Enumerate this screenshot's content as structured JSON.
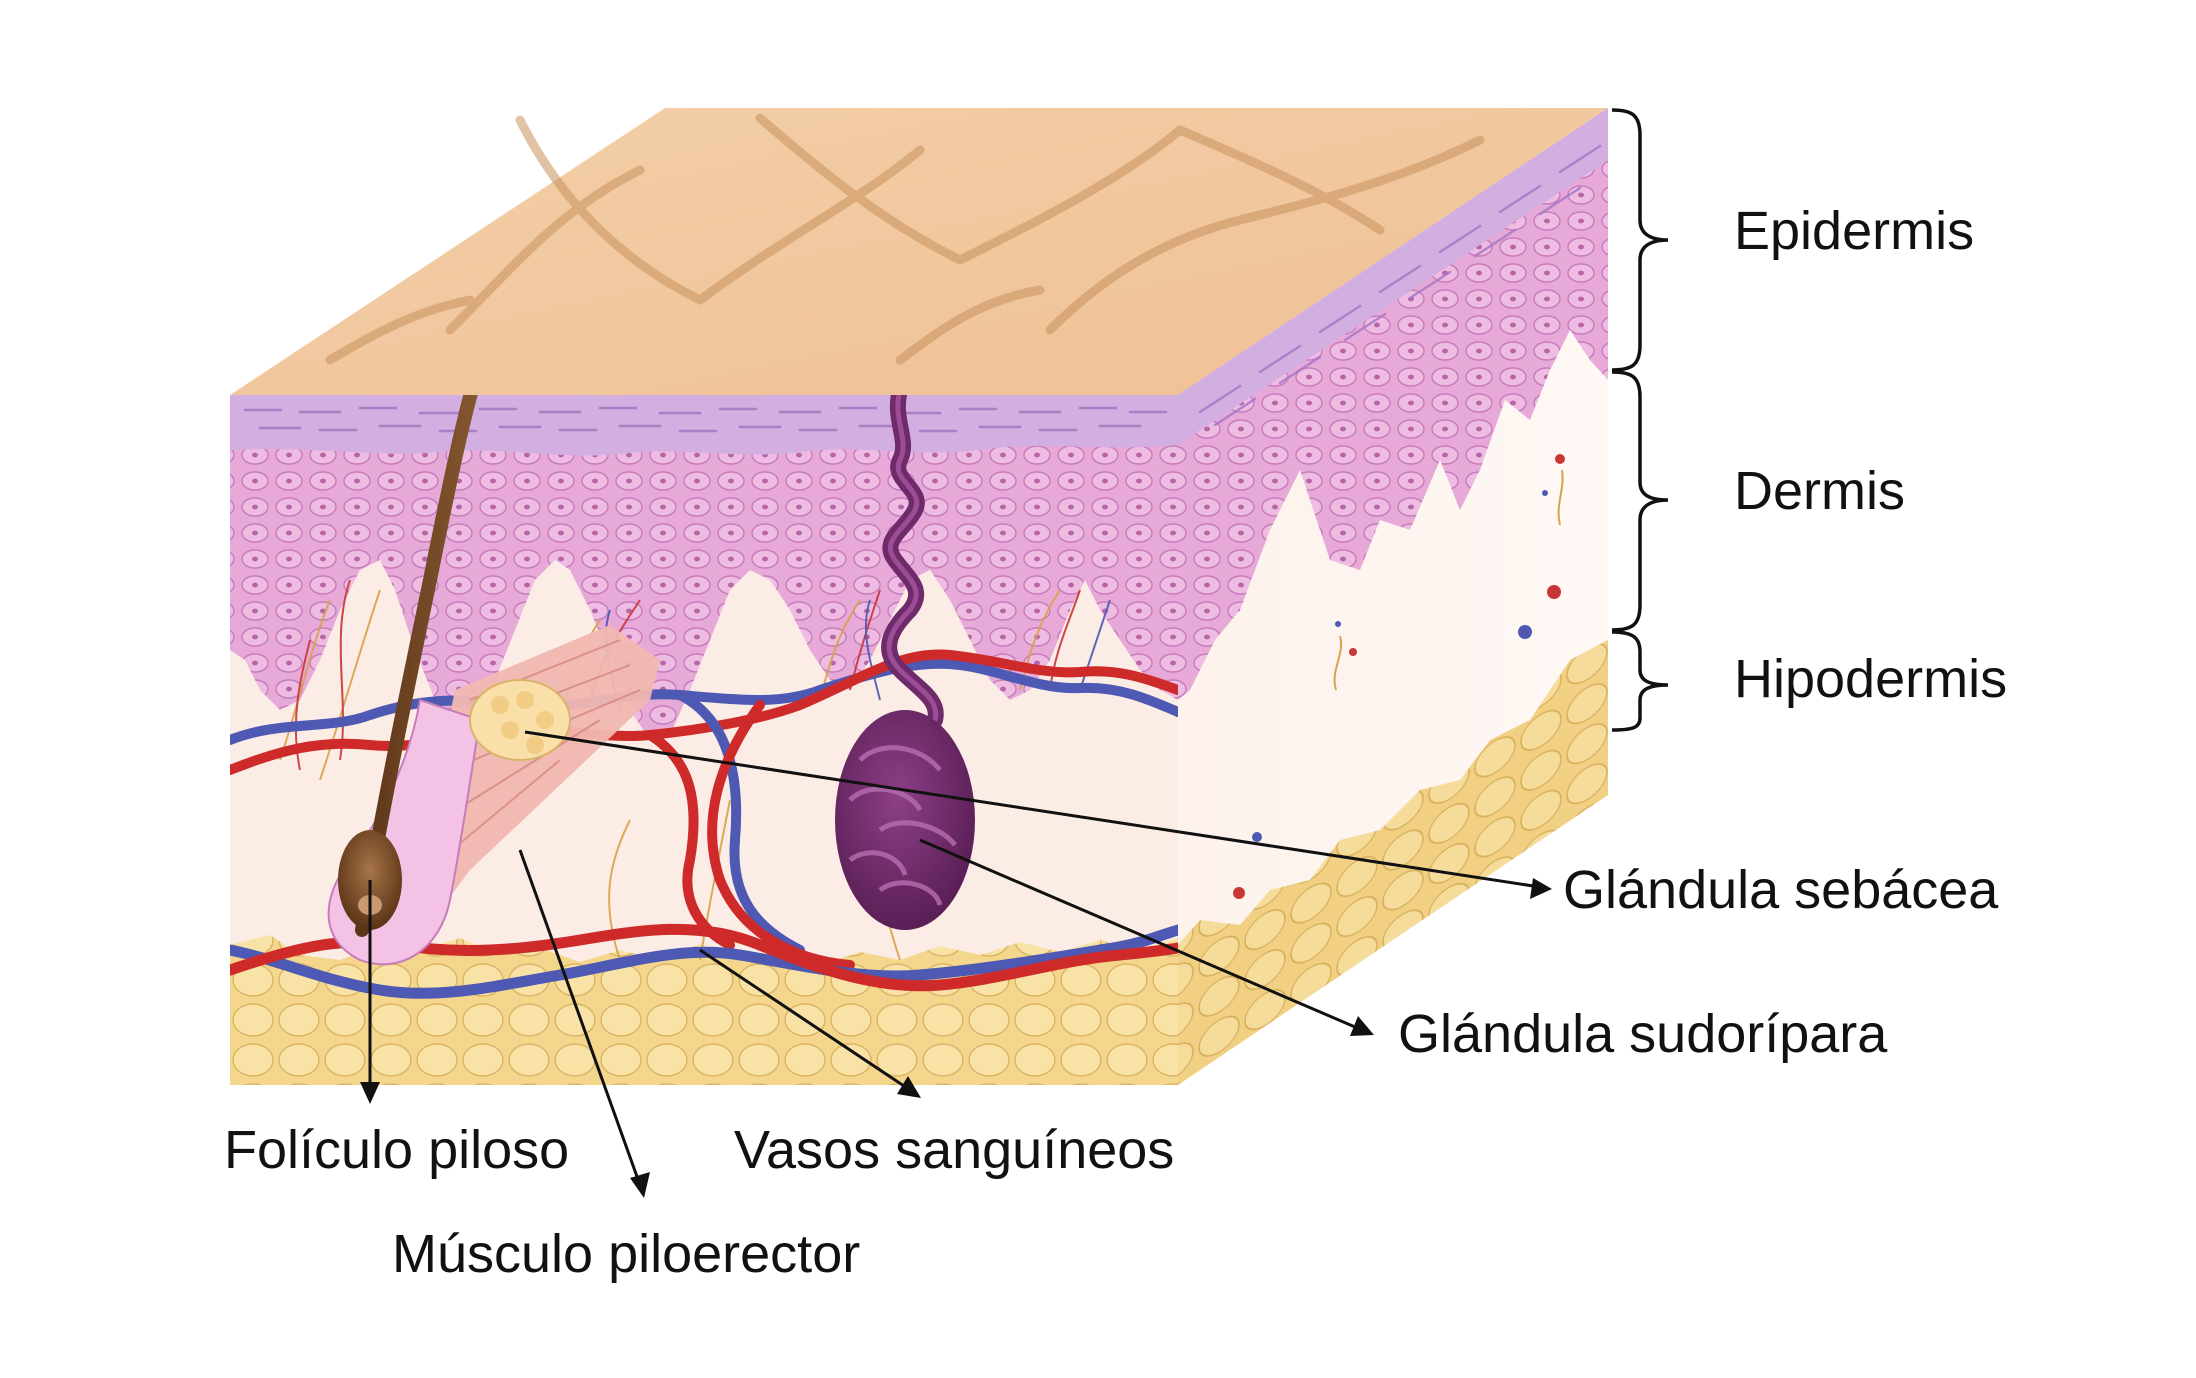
{
  "layers": {
    "epidermis": "Epidermis",
    "dermis": "Dermis",
    "hypodermis": "Hipodermis"
  },
  "structures": {
    "sebaceous_gland": "Glándula sebácea",
    "sweat_gland": "Glándula sudorípara",
    "hair_follicle": "Folículo piloso",
    "blood_vessels": "Vasos sanguíneos",
    "arrector_pili": "Músculo piloerector"
  },
  "colors": {
    "skin_surface": "#f2c8a0",
    "epidermis": "#e3a6d6",
    "stratum_corneum": "#cfa8dd",
    "dermis": "#fbeee8",
    "hypodermis": "#f5d98e",
    "artery": "#cf2a2a",
    "vein": "#4d59b3",
    "sweat_gland": "#6e2a6a",
    "hair": "#7a4a26"
  }
}
